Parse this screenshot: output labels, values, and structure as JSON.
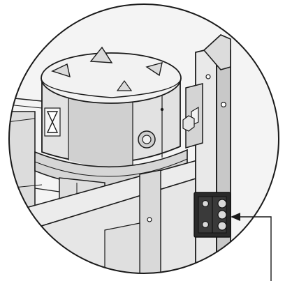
{
  "figure": {
    "kind": "technical-detail-illustration",
    "style": "grayscale line drawing",
    "colors": {
      "background": "#ffffff",
      "outline": "#1a1a1a",
      "light_face": "#eeeeee",
      "mid_face": "#cfcfcf",
      "shadow_face": "#9a9a9a",
      "hinge_plate": "#222222",
      "knob": "#d9d9d9"
    },
    "parts": {
      "magnifier": "circular-detail-view",
      "motor_housing": "cylindrical-housing",
      "mounting_post": "vertical-mounting-post",
      "hinge": "hinge-bracket",
      "callout": "leader-arrow"
    },
    "icons": {
      "warning_label": "hourglass-warning-icon"
    }
  }
}
